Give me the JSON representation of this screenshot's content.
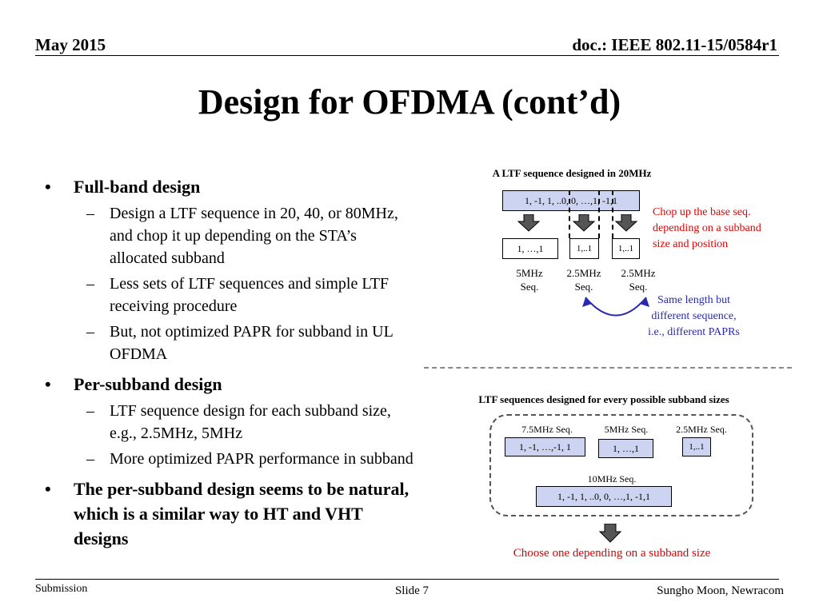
{
  "header": {
    "date": "May 2015",
    "doc": "doc.: IEEE 802.11-15/0584r1"
  },
  "title": "Design for OFDMA (cont’d)",
  "bullets": {
    "full_band": {
      "heading": "Full-band design",
      "items": [
        "Design a LTF sequence in 20, 40, or 80MHz, and chop it up depending on the STA’s allocated subband",
        "Less sets of LTF sequences and simple LTF receiving procedure",
        "But, not optimized PAPR for subband in UL OFDMA"
      ]
    },
    "per_subband": {
      "heading": "Per-subband design",
      "items": [
        "LTF sequence design for each subband size, e.g., 2.5MHz, 5MHz",
        "More optimized PAPR performance in subband"
      ]
    },
    "conclusion": "The per-subband design seems to be natural, which is a similar way to HT and VHT designs"
  },
  "diagram_top": {
    "title": "A LTF sequence designed in 20MHz",
    "base_seq": "1, -1, 1, ..0, 0, …,1, -1,1",
    "sub_seqs": [
      "1, …,1",
      "1,..1",
      "1,..1"
    ],
    "labels": [
      "5MHz\nSeq.",
      "2.5MHz\nSeq.",
      "2.5MHz\nSeq."
    ],
    "label_lines": [
      [
        "5MHz",
        "Seq."
      ],
      [
        "2.5MHz",
        "Seq."
      ],
      [
        "2.5MHz",
        "Seq."
      ]
    ],
    "chop_note": [
      "Chop up the base seq.",
      "depending on a subband",
      "size and position"
    ],
    "same_length_note": [
      "Same length but",
      "different sequence,",
      "i.e., different PAPRs"
    ]
  },
  "diagram_bottom": {
    "title": "LTF sequences designed for every possible subband sizes",
    "seq_labels": [
      "7.5MHz Seq.",
      "5MHz Seq.",
      "2.5MHz Seq.",
      "10MHz Seq."
    ],
    "seq_values": [
      "1, -1, …,-1, 1",
      "1, …,1",
      "1,..1",
      "1, -1, 1, ..0, 0, …,1, -1,1"
    ],
    "choose_note": "Choose one depending on a subband size"
  },
  "footer": {
    "left": "Submission",
    "center": "Slide 7",
    "right": "Sungho Moon, Newracom"
  },
  "colors": {
    "box_fill": "#cdd4f2",
    "red_text": "#e00000",
    "navy_text": "#2a2ab0",
    "arrow_fill": "#555555"
  }
}
